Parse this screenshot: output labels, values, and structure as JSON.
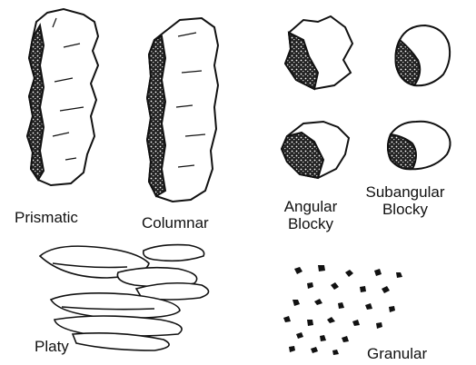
{
  "colors": {
    "ink": "#111111",
    "paper": "#ffffff"
  },
  "labels": {
    "prismatic": "Prismatic",
    "columnar": "Columnar",
    "angular_line1": "Angular",
    "angular_line2": "Blocky",
    "subangular_line1": "Subangular",
    "subangular_line2": "Blocky",
    "platy": "Platy",
    "granular": "Granular"
  }
}
